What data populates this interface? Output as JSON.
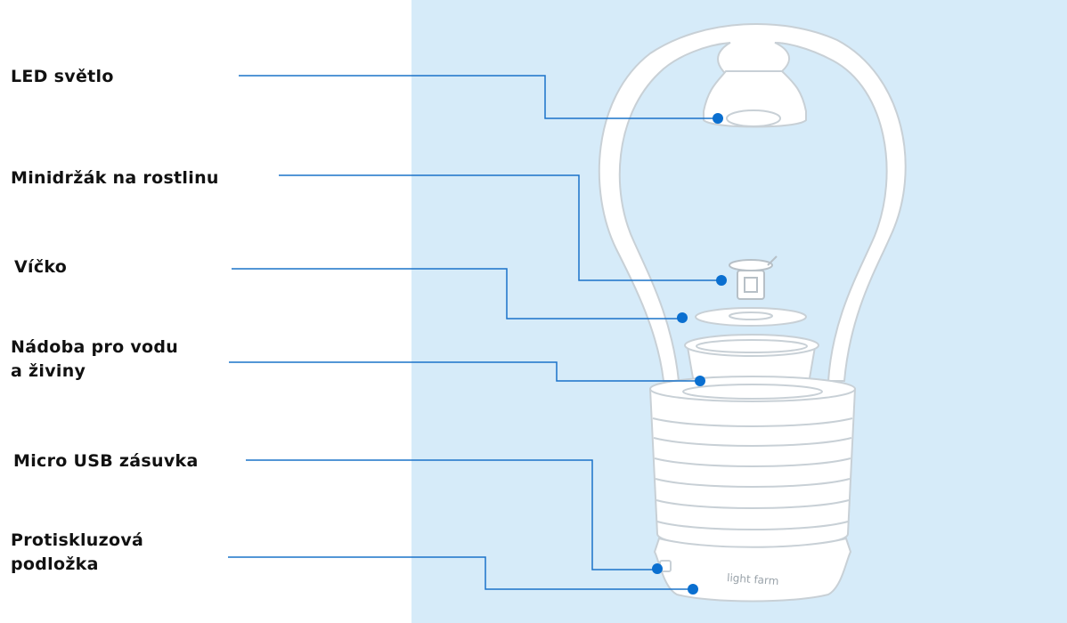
{
  "labels": {
    "led": "LED světlo",
    "holder": "Minidržák na rostlinu",
    "lid": "Víčko",
    "container_line1": "Nádoba pro vodu",
    "container_line2": "a živiny",
    "usb": "Micro USB zásuvka",
    "pad_line1": "Protiskluzová",
    "pad_line2": "podložka"
  },
  "brand_text": "light farm",
  "colors": {
    "background_left": "#ffffff",
    "background_right": "#d6ebf9",
    "leader_line": "#1a73c9",
    "dot": "#0a6fd0",
    "outline": "#c8d0d6",
    "part_fill": "#ffffff"
  }
}
